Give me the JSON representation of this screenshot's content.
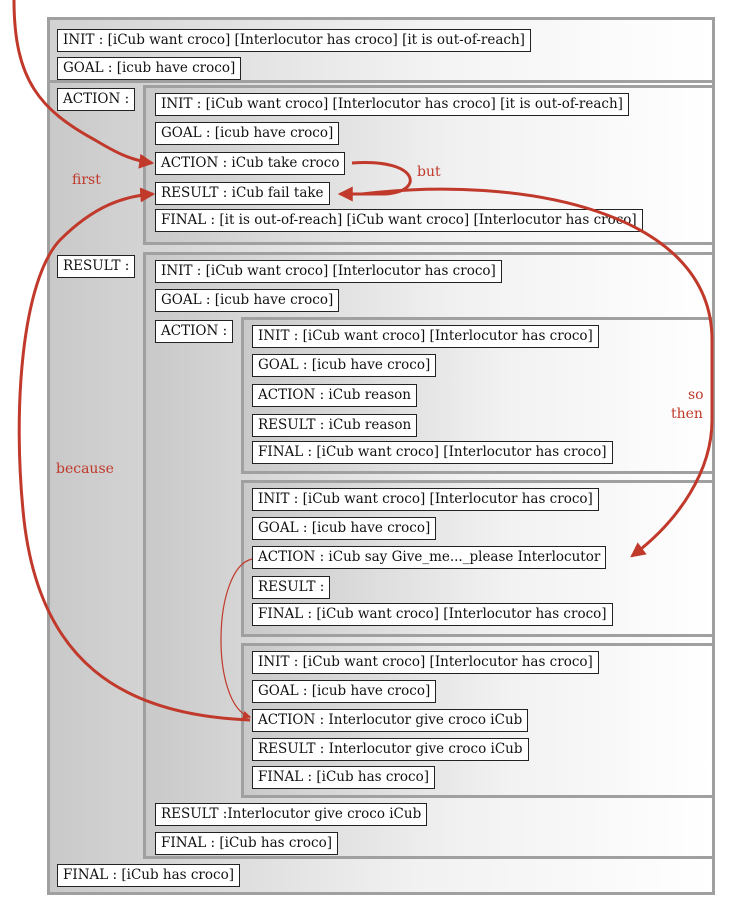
{
  "outer": {
    "init": "INIT : [iCub want croco] [Interlocutor has croco] [it is out-of-reach]",
    "goal": "GOAL : [icub have croco]",
    "action_key": "ACTION :",
    "result_key": "RESULT :",
    "final": "FINAL : [iCub has croco]"
  },
  "first_attempt": {
    "init": "INIT : [iCub want croco] [Interlocutor has croco] [it is out-of-reach]",
    "goal": "GOAL : [icub have croco]",
    "action": "ACTION : iCub take croco",
    "result": "RESULT : iCub fail take",
    "final": "FINAL : [it is out-of-reach] [iCub want croco] [Interlocutor has croco]"
  },
  "recovery": {
    "init": "INIT : [iCub want croco] [Interlocutor has croco]",
    "goal": "GOAL : [icub have croco]",
    "action_key": "ACTION :",
    "result": "RESULT :Interlocutor give croco iCub",
    "final": "FINAL : [iCub has croco]"
  },
  "reason_step": {
    "init": "INIT : [iCub want croco] [Interlocutor has croco]",
    "goal": "GOAL : [icub have croco]",
    "action": "ACTION : iCub reason",
    "result": "RESULT : iCub reason",
    "final": "FINAL : [iCub want croco] [Interlocutor has croco]"
  },
  "say_step": {
    "init": "INIT : [iCub want croco] [Interlocutor has croco]",
    "goal": "GOAL : [icub have croco]",
    "action": "ACTION : iCub say Give_me..._please Interlocutor",
    "result": "RESULT :",
    "final": "FINAL : [iCub want croco] [Interlocutor has croco]"
  },
  "give_step": {
    "init": "INIT : [iCub want croco] [Interlocutor has croco]",
    "goal": "GOAL : [icub have croco]",
    "action": "ACTION : Interlocutor give croco iCub",
    "result": "RESULT : Interlocutor give croco iCub",
    "final": "FINAL : [iCub has croco]"
  },
  "annotations": {
    "first": "first",
    "but": "but",
    "so": "so",
    "then": "then",
    "because": "because"
  },
  "colors": {
    "arrow": "#c0392b",
    "panel_border": "#a0a0a0"
  }
}
